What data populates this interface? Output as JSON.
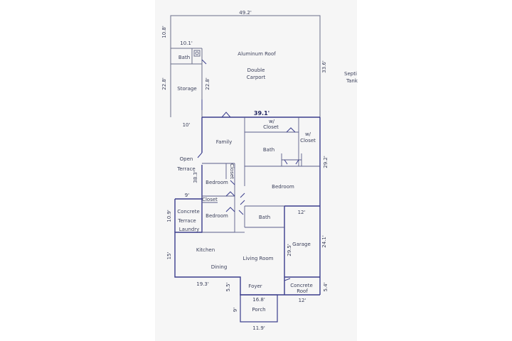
{
  "rooms": {
    "aluminum_roof": "Aluminum Roof",
    "double_carport_1": "Double",
    "double_carport_2": "Carport",
    "bath_top": "Bath",
    "storage": "Storage",
    "family": "Family",
    "wcloset_1_a": "w/",
    "wcloset_1_b": "Closet",
    "wcloset_2_a": "w/",
    "wcloset_2_b": "Closet",
    "bath_mid": "Bath",
    "open_terrace_1": "Open",
    "open_terrace_2": "Terrace",
    "closet_vertical": "Closet",
    "bedroom_a": "Bedroom",
    "bedroom_large": "Bedroom",
    "closet_horizontal": "Closet",
    "bedroom_b": "Bedroom",
    "bath_low": "Bath",
    "concrete_terrace_1": "Concrete",
    "concrete_terrace_2": "Terrace",
    "laundry": "Laundry",
    "kitchen": "Kitchen",
    "living_room": "Living Room",
    "dining": "Dining",
    "garage": "Garage",
    "foyer": "Foyer",
    "concrete_roof_1": "Concrete",
    "concrete_roof_2": "Roof",
    "porch": "Porch",
    "septic_1": "Septi",
    "septic_2": "Tank"
  },
  "dimensions": {
    "d_49_2": "49.2'",
    "d_10_8": "10.8'",
    "d_10_1": "10.1'",
    "d_22_8_left": "22.8'",
    "d_22_8_inner": "22.8'",
    "d_33_6": "33.6'",
    "d_39_1": "39.1'",
    "d_10": "10'",
    "d_29_2": "29.2'",
    "d_38_3": "38.3'",
    "d_9": "9'",
    "d_10_9": "10.9'",
    "d_12_top": "12'",
    "d_24_1": "24.1'",
    "d_29_5": "29.5'",
    "d_15": "15'",
    "d_19_3": "19.3'",
    "d_5_5": "5.5'",
    "d_5_4": "5.4'",
    "d_12_bottom": "12'",
    "d_16_8": "16.8'",
    "d_9_porch": "9'",
    "d_11_9": "11.9'"
  },
  "colors": {
    "wall_main": "#3a3d8c",
    "wall_light": "#6a6e8a",
    "label": "#3a3f5a",
    "sheet": "#f6f6f6"
  }
}
